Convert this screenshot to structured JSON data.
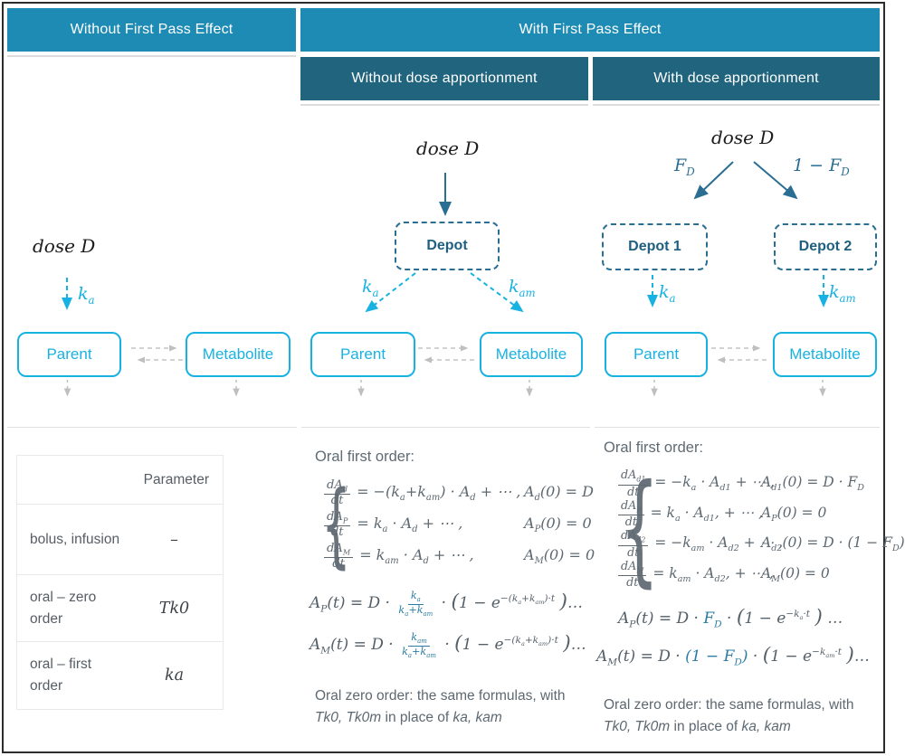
{
  "colors": {
    "header_primary": "#1e8bb4",
    "header_secondary": "#20647e",
    "compartment_cyan": "#18b2e2",
    "depot_steel": "#2a6e93",
    "equation_gray": "#5d6871",
    "equation_accent": "#2a7ca3",
    "arrow_gray": "#bfbfbf"
  },
  "headers": {
    "top_left": "Without First Pass Effect",
    "top_right": "With First Pass Effect",
    "sub_without": "Without dose apportionment",
    "sub_with": "With dose apportionment"
  },
  "diagram_no_fpe": {
    "dose": "dose D",
    "ka": "k<sub>a</sub>",
    "parent": "Parent",
    "metabolite": "Metabolite"
  },
  "diagram_fpe_no_apportionment": {
    "dose": "dose D",
    "depot": "Depot",
    "ka": "k<sub>a</sub>",
    "kam": "k<sub>am</sub>",
    "parent": "Parent",
    "metabolite": "Metabolite"
  },
  "diagram_fpe_apportionment": {
    "dose": "dose D",
    "fd": "F<sub>D</sub>",
    "one_minus_fd": "1 − F<sub>D</sub>",
    "depot1": "Depot 1",
    "depot2": "Depot 2",
    "ka": "k<sub>a</sub>",
    "kam": "k<sub>am</sub>",
    "parent": "Parent",
    "metabolite": "Metabolite"
  },
  "param_table": {
    "header": "Parameter",
    "rows": [
      {
        "label": "bolus, infusion",
        "value": "–"
      },
      {
        "label": "oral – zero order",
        "value": "Tk0"
      },
      {
        "label": "oral – first order",
        "value": "ka"
      }
    ]
  },
  "without_apportionment": {
    "heading": "Oral first order:",
    "ode": [
      {
        "num": "dA<sub>d</sub>",
        "den": "dt",
        "rhs": "= −(k<sub>a</sub>+k<sub>am</sub>) · A<sub>d</sub> + ⋯ ,",
        "cond": "A<sub>d</sub>(0) = D"
      },
      {
        "num": "dA<sub>P</sub>",
        "den": "dt",
        "rhs": "= k<sub>a</sub> · A<sub>d</sub> + ⋯ ,",
        "cond": "A<sub>P</sub>(0) = 0"
      },
      {
        "num": "dA<sub>M</sub>",
        "den": "dt",
        "rhs": "= k<sub>am</sub> · A<sub>d</sub> + ⋯ ,",
        "cond": "A<sub>M</sub>(0) = 0"
      }
    ],
    "sol_p": "A<sub>P</sub>(t) = D · <span class='frac acc'><span class='fn'>k<sub>a</sub></span><span class='fd'>k<sub>a</sub>+k<sub>am</sub></span></span> · <span class='lp'>(</span>1 − e<sup>−(k<sub>a</sub>+k<sub>am</sub>)·t</sup> <span class='lp'>)</span>…",
    "sol_m": "A<sub>M</sub>(t) = D · <span class='frac acc'><span class='fn'>k<sub>am</sub></span><span class='fd'>k<sub>a</sub>+k<sub>am</sub></span></span> · <span class='lp'>(</span>1 − e<sup>−(k<sub>a</sub>+k<sub>am</sub>)·t</sup> <span class='lp'>)</span>…",
    "note": "Oral zero order: the same formulas, with <i>Tk0, Tk0m</i> in place of <i>ka, kam</i>"
  },
  "with_apportionment": {
    "heading": "Oral first order:",
    "ode": [
      {
        "num": "dA<sub>d1</sub>",
        "den": "dt",
        "rhs": "= −k<sub>a</sub> · A<sub>d1</sub> + ⋯ ,",
        "cond": "A<sub>d1</sub>(0) = D · F<sub>D</sub>"
      },
      {
        "num": "dA<sub>P</sub>",
        "den": "dt",
        "rhs": "= k<sub>a</sub> · A<sub>d1</sub>, + ⋯ ,",
        "cond": "A<sub>P</sub>(0) = 0"
      },
      {
        "num": "dA<sub>d2</sub>",
        "den": "dt",
        "rhs": "= −k<sub>am</sub> · A<sub>d2</sub> + ⋯ ,",
        "cond": "A<sub>d2</sub>(0) = D · (1 − F<sub>D</sub>)"
      },
      {
        "num": "dA<sub>M</sub>",
        "den": "dt",
        "rhs": "= k<sub>am</sub> · A<sub>d2</sub>, + ⋯ ,",
        "cond": "A<sub>M</sub>(0) = 0"
      }
    ],
    "sol_p": "A<sub>P</sub>(t) = D · <span class='acc'>F<sub>D</sub></span> · <span class='lp'>(</span>1 − e<sup>−k<sub>a</sub>·t</sup> <span class='lp'>)</span> …",
    "sol_m": "A<sub>M</sub>(t) = D · <span class='acc'>(1 − F<sub>D</sub>)</span> · <span class='lp'>(</span>1 − e<sup>−k<sub>am</sub>·t</sup> <span class='lp'>)</span>…",
    "note": "Oral zero order: the same formulas, with <i>Tk0, Tk0m</i> in place of <i>ka, kam</i>"
  }
}
